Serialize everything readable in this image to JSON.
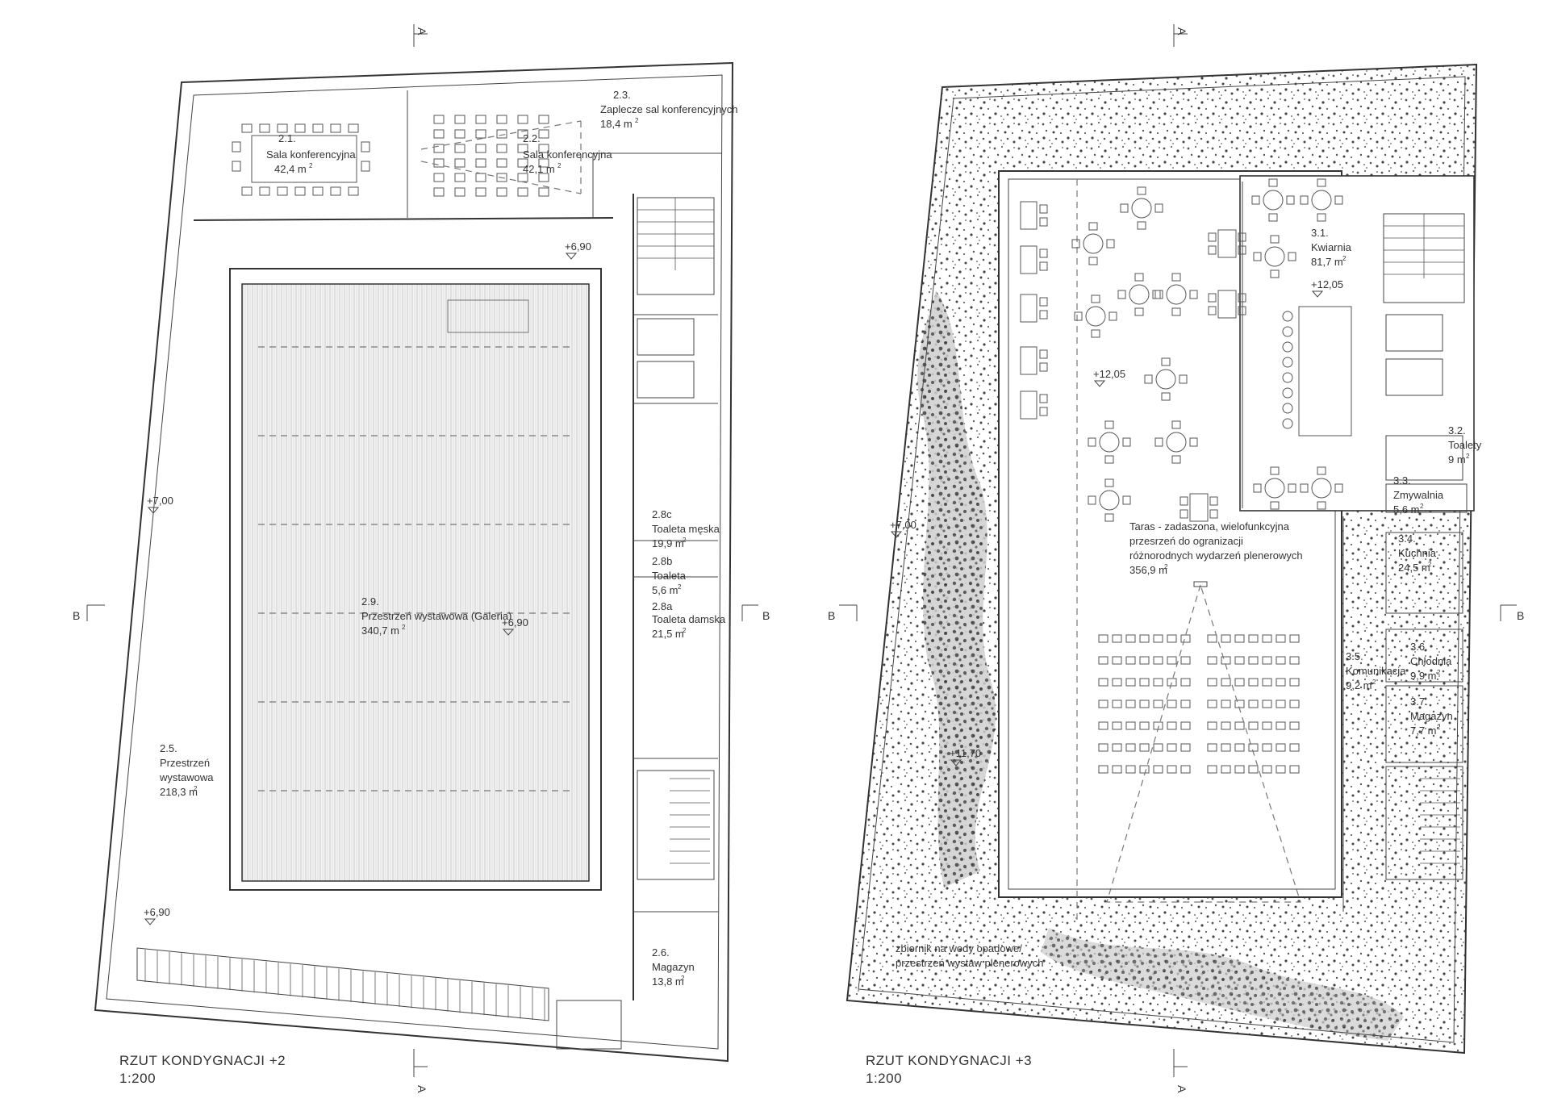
{
  "plan_left": {
    "title": "RZUT KONDYGNACJI +2",
    "scale": "1:200",
    "section_marks": {
      "a": "A",
      "b": "B"
    },
    "rooms": [
      {
        "num": "2.1.",
        "name": "Sala konferencyjna",
        "area": "42,4 m",
        "sup": "2"
      },
      {
        "num": "2.2.",
        "name": "Sala konferencyjna",
        "area": "42,1 m",
        "sup": "2"
      },
      {
        "num": "2.3.",
        "name": "Zaplecze sal konferencyjnych",
        "area": "18,4 m",
        "sup": "2"
      },
      {
        "num": "2.9.",
        "name": "Przestrzeń wystawowa (Galeria)",
        "area": "340,7 m",
        "sup": "2"
      },
      {
        "num": "2.8c",
        "name": "Toaleta męska",
        "area": "19,9 m",
        "sup": "2"
      },
      {
        "num": "2.8b",
        "name": "Toaleta",
        "area": "5,6 m",
        "sup": "2"
      },
      {
        "num": "2.8a",
        "name": "Toaleta damska",
        "area": "21,5 m",
        "sup": "2"
      },
      {
        "num": "2.5.",
        "name_1": "Przestrzeń",
        "name_2": "wystawowa",
        "area": "218,3 m",
        "sup": "2"
      },
      {
        "num": "2.6.",
        "name": "Magazyn",
        "area": "13,8 m",
        "sup": "2"
      }
    ],
    "levels": [
      "+6,90",
      "+7,00",
      "+6,90",
      "+6,90"
    ]
  },
  "plan_right": {
    "title": "RZUT KONDYGNACJI +3",
    "scale": "1:200",
    "section_marks": {
      "a": "A",
      "b": "B"
    },
    "rooms": [
      {
        "num": "3.1.",
        "name": "Kwiarnia",
        "area": "81,7 m",
        "sup": "2"
      },
      {
        "num": "3.2.",
        "name": "Toalety",
        "area": "9 m",
        "sup": "2"
      },
      {
        "num": "3.3.",
        "name": "Zmywalnia",
        "area": "5,6 m",
        "sup": "2"
      },
      {
        "num": "3.4.",
        "name": "Kuchnia",
        "area": "24,5 m",
        "sup": "2"
      },
      {
        "num": "3.5.",
        "name": "Komunikacja",
        "area": "9,2 m",
        "sup": "2"
      },
      {
        "num": "3.6.",
        "name": "Chłodnia",
        "area": "9,9 m",
        "sup": "2"
      },
      {
        "num": "3.7.",
        "name": "Magazyn",
        "area": "7,7 m",
        "sup": "2"
      }
    ],
    "taras": {
      "line_1": "Taras -  zadaszona, wielofunkcyjna",
      "line_2": "przesrzeń do ogranizacji",
      "line_3": "różnorodnych wydarzeń plenerowych",
      "area": "356,9 m",
      "sup": "2"
    },
    "zbiornik": {
      "line_1": "zbiornik na wody opadowe/",
      "line_2": "przestrzeń wystaw plenerowych"
    },
    "levels": [
      "+12,05",
      "+12,05",
      "+7,00",
      "+11,70"
    ]
  }
}
